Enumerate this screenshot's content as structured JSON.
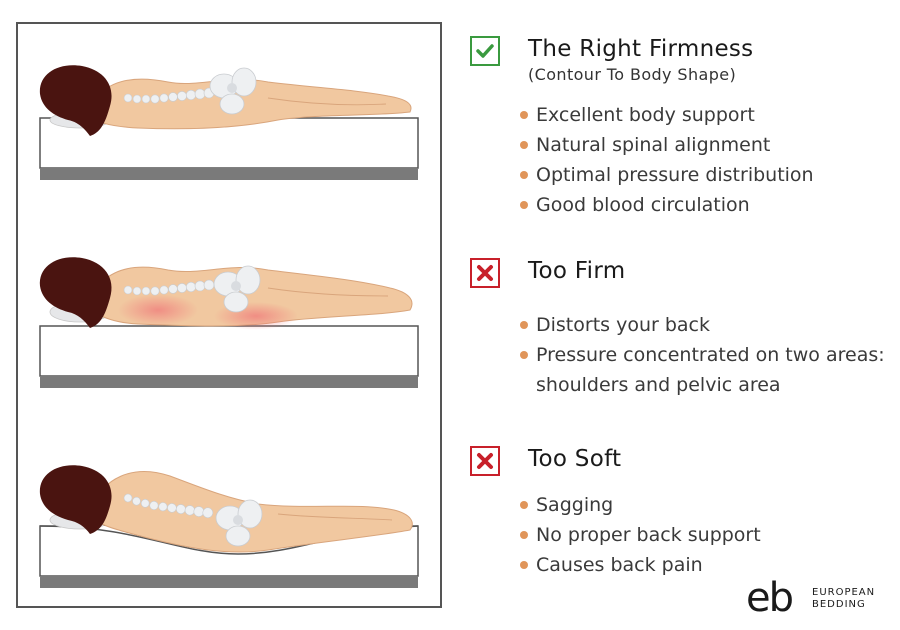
{
  "sections": [
    {
      "status": "good",
      "icon": "check-icon",
      "heading": "The Right Firmness",
      "subheading": "(Contour To Body Shape)",
      "bullets": [
        "Excellent body support",
        "Natural spinal alignment",
        "Optimal pressure distribution",
        "Good blood circulation"
      ]
    },
    {
      "status": "bad",
      "icon": "cross-icon",
      "heading": "Too Firm",
      "bullets": [
        "Distorts your back",
        "Pressure concentrated on two areas:",
        "shoulders and pelvic area"
      ]
    },
    {
      "status": "bad",
      "icon": "cross-icon",
      "heading": "Too Soft",
      "bullets": [
        "Sagging",
        "No proper back support",
        "Causes back pain"
      ]
    }
  ],
  "logo": {
    "mark": "eb",
    "line1": "EUROPEAN",
    "line2": "BEDDING"
  },
  "colors": {
    "good": "#3a9a3f",
    "bad": "#c8202a",
    "bullet": "#e0955a",
    "skin": "#f1c8a0",
    "hair": "#4a1410",
    "mattress_base": "#7a7a7a",
    "pressure": "#f08080"
  }
}
